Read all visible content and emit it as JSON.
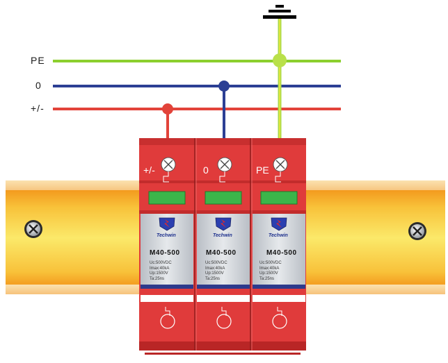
{
  "lines": [
    {
      "label": "PE",
      "color": "#8ccf2e"
    },
    {
      "label": "0",
      "color": "#2c3f94"
    },
    {
      "label": "+/-",
      "color": "#e2433a"
    }
  ],
  "colors": {
    "module_red": "#e03b3b",
    "module_dark_red": "#b92626",
    "rail_orange": "#f5a623",
    "rail_yellow": "#f6e04a",
    "window_green": "#3cb54a",
    "label_gray": "#cfd3d8",
    "ground_black": "#000000"
  },
  "modules": [
    {
      "terminal": "+/-",
      "brand": "Techwin",
      "model": "M40-500",
      "specs": [
        "Uc:500VDC",
        "Imax:40kA",
        "Up:1500V",
        "Ta:25ns"
      ]
    },
    {
      "terminal": "0",
      "brand": "Techwin",
      "model": "M40-500",
      "specs": [
        "Uc:500VDC",
        "Imax:40kA",
        "Up:1500V",
        "Ta:25ns"
      ]
    },
    {
      "terminal": "PE",
      "brand": "Techwin",
      "model": "M40-500",
      "specs": [
        "Uc:500VDC",
        "Imax:40kA",
        "Up:1500V",
        "Ta:25ns"
      ]
    }
  ],
  "icons": [
    "ground-symbol-icon",
    "screw-icon",
    "junction-dot-icon",
    "techwin-logo-icon"
  ]
}
